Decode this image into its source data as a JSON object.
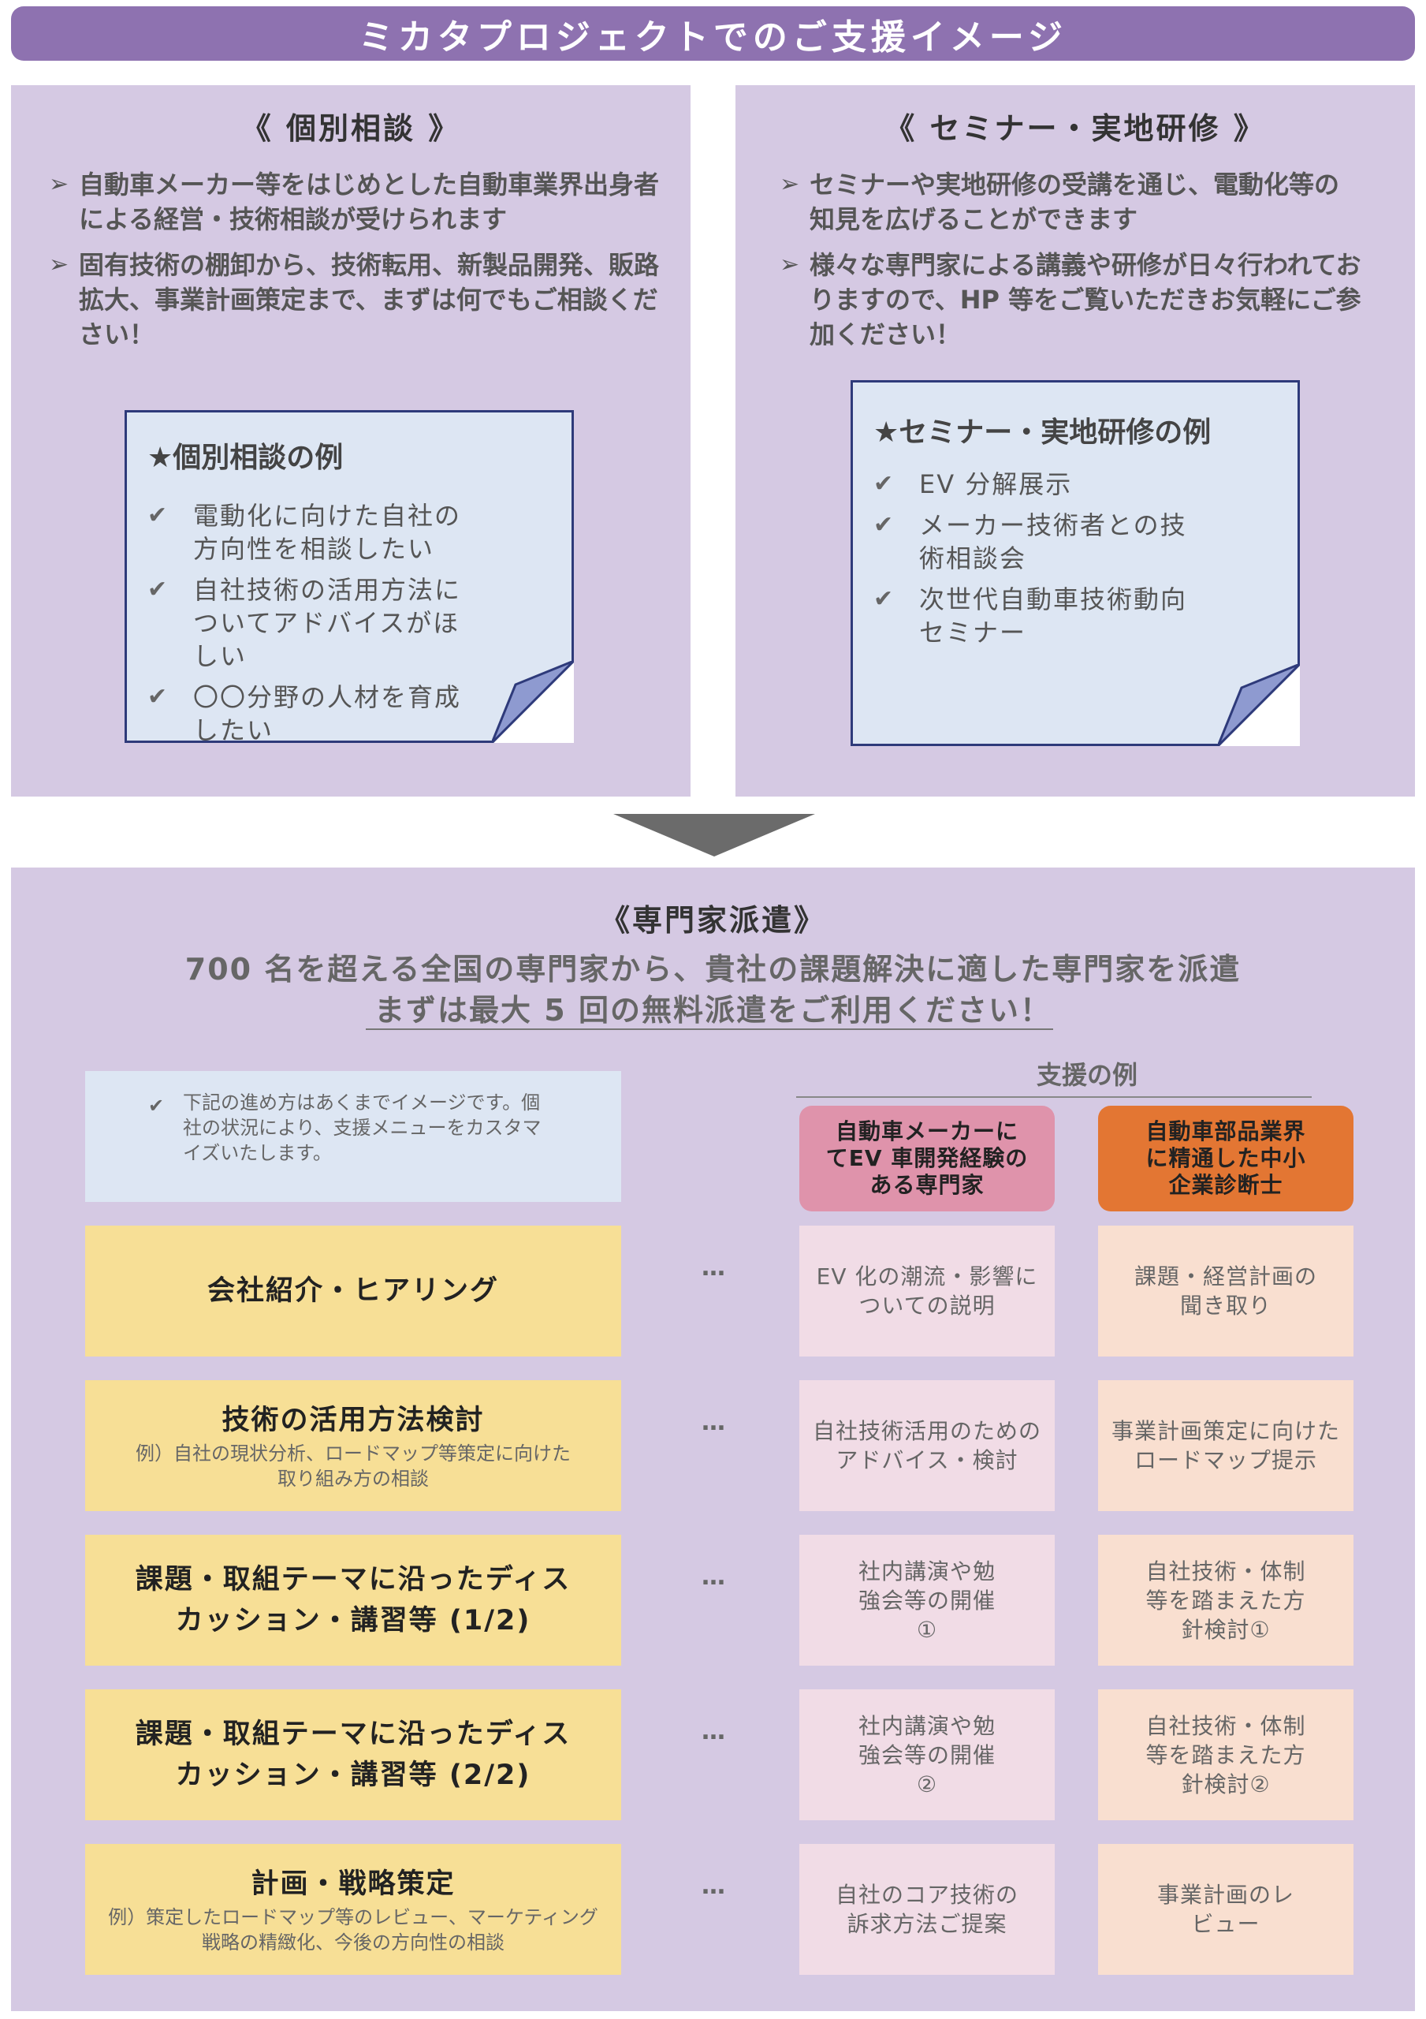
{
  "title": "ミカタプロジェクトでのご支援イメージ",
  "consult": {
    "heading": "《 個別相談 》",
    "bullets": [
      "自動車メーカー等をはじめとした自動車業界出身者による経営・技術相談が受けられます",
      "固有技術の棚卸から、技術転用、新製品開発、販路拡大、事業計画策定まで、まずは何でもご相談ください！"
    ],
    "note": {
      "heading": "★個別相談の例",
      "items": [
        "電動化に向けた自社の方向性を相談したい",
        "自社技術の活用方法についてアドバイスがほしい",
        "〇〇分野の人材を育成したい"
      ]
    }
  },
  "seminar": {
    "heading": "《 セミナー・実地研修 》",
    "bullets": [
      "セミナーや実地研修の受講を通じ、電動化等の知見を広げることができます",
      "様々な専門家による講義や研修が日々行われておりますので、HP 等をご覧いただきお気軽にご参加ください！"
    ],
    "note": {
      "heading": "★セミナー・実地研修の例",
      "items": [
        "EV 分解展示",
        "メーカー技術者との技術相談会",
        "次世代自動車技術動向セミナー"
      ]
    }
  },
  "dispatch": {
    "heading": "《専門家派遣》",
    "lead1": "700 名を超える全国の専門家から、貴社の課題解決に適した専門家を派遣",
    "lead2": "まずは最大 5 回の無料派遣をご利用ください！",
    "note": "下記の進め方はあくまでイメージです。個社の状況により、支援メニューをカスタマイズいたします。",
    "support_label": "支援の例",
    "col1": "自動車メーカーにてEV 車開発経験のある専門家",
    "col2": "自動車部品業界に精通した中小企業診断士",
    "dots": "…",
    "steps": [
      {
        "main": "会社紹介・ヒアリング",
        "sub": "",
        "c1": "EV 化の潮流・影響についての説明",
        "c2": "課題・経営計画の聞き取り"
      },
      {
        "main": "技術の活用方法検討",
        "sub": "例）自社の現状分析、ロードマップ等策定に向けた取り組み方の相談",
        "c1": "自社技術活用のためのアドバイス・検討",
        "c2": "事業計画策定に向けたロードマップ提示"
      },
      {
        "main": "課題・取組テーマに沿ったディスカッション・講習等 (1/2)",
        "sub": "",
        "c1": "社内講演や勉強会等の開催①",
        "c2": "自社技術・体制等を踏まえた方針検討①"
      },
      {
        "main": "課題・取組テーマに沿ったディスカッション・講習等 (2/2)",
        "sub": "",
        "c1": "社内講演や勉強会等の開催②",
        "c2": "自社技術・体制等を踏まえた方針検討②"
      },
      {
        "main": "計画・戦略策定",
        "sub": "例）策定したロードマップ等のレビュー、マーケティング戦略の精緻化、今後の方向性の相談",
        "c1": "自社のコア技術の訴求方法ご提案",
        "c2": "事業計画のレビュー"
      }
    ]
  }
}
